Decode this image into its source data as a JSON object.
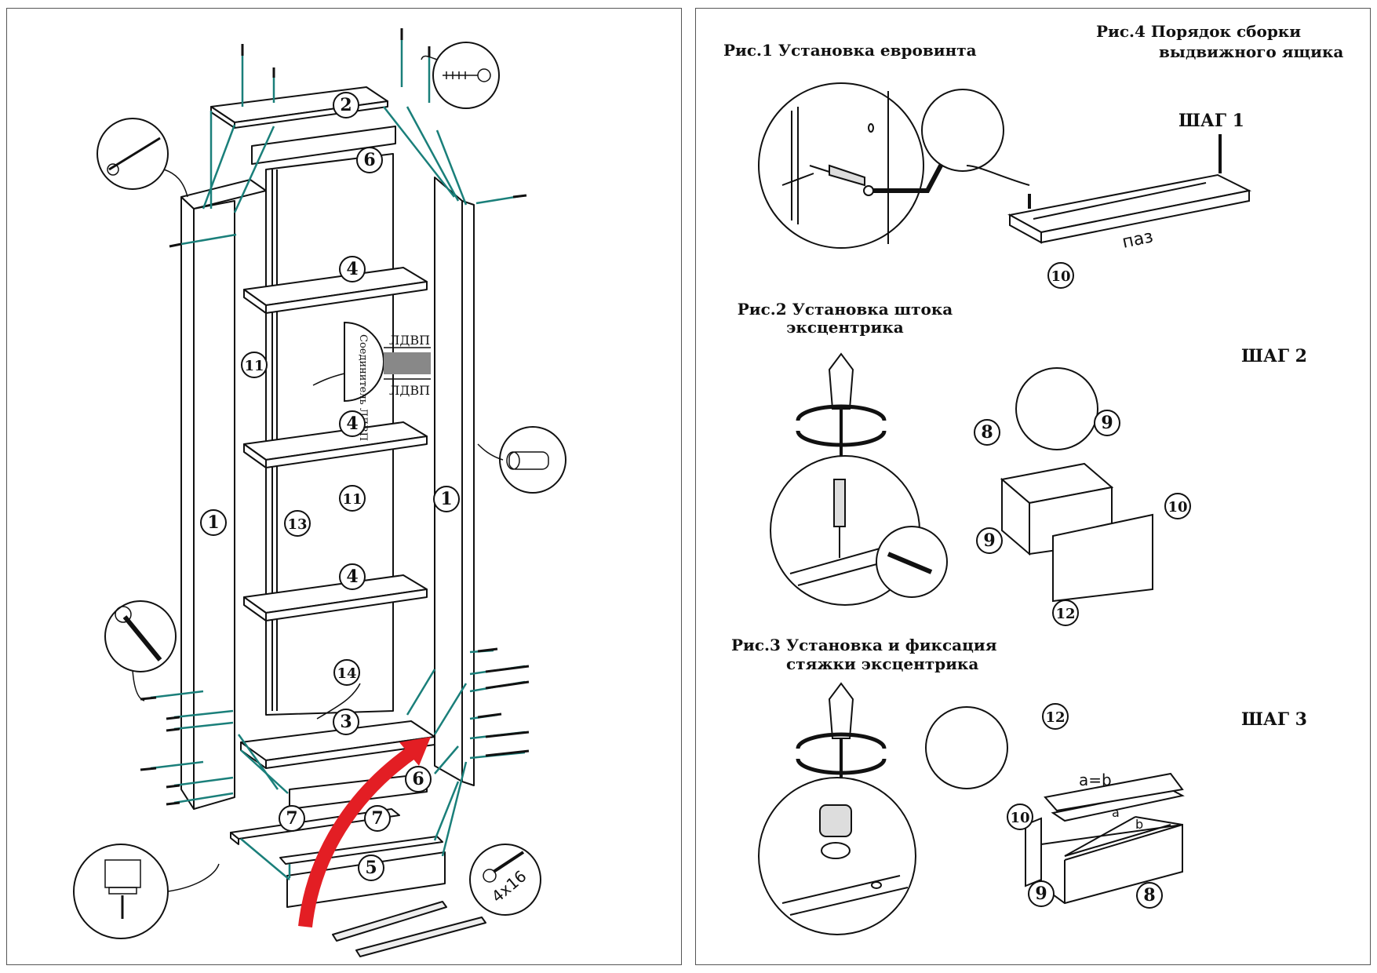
{
  "left_sheet": {
    "part_labels": [
      {
        "id": "p2",
        "num": "2"
      },
      {
        "id": "p6a",
        "num": "6"
      },
      {
        "id": "p4a",
        "num": "4"
      },
      {
        "id": "p11a",
        "num": "11"
      },
      {
        "id": "p4b",
        "num": "4"
      },
      {
        "id": "p11b",
        "num": "11"
      },
      {
        "id": "p1a",
        "num": "1"
      },
      {
        "id": "p13",
        "num": "13"
      },
      {
        "id": "p1b",
        "num": "1"
      },
      {
        "id": "p4c",
        "num": "4"
      },
      {
        "id": "p14",
        "num": "14"
      },
      {
        "id": "p3",
        "num": "3"
      },
      {
        "id": "p6b",
        "num": "6"
      },
      {
        "id": "p7a",
        "num": "7"
      },
      {
        "id": "p7b",
        "num": "7"
      },
      {
        "id": "p5",
        "num": "5"
      }
    ],
    "connector_callout": {
      "vertical_text": "Соединитель ЛДВП",
      "top_label": "ЛДВП",
      "bottom_label": "ЛДВП"
    },
    "screw_size_label": "4x16",
    "accent_colors": {
      "dowel_lines": "#1a7f7a",
      "arrow": "#e31e24",
      "ink": "#111111"
    }
  },
  "right_sheet": {
    "fig1": {
      "title": "Рис.1  Установка евровинта"
    },
    "fig2": {
      "title_line1": "Рис.2 Установка штока",
      "title_line2": "эксцентрика"
    },
    "fig3": {
      "title_line1": "Рис.3 Установка и фиксация",
      "title_line2": "стяжки эксцентрика"
    },
    "fig4": {
      "title_line1": "Рис.4  Порядок сборки",
      "title_line2": "выдвижного ящика"
    },
    "step1": {
      "title": "ШАГ 1",
      "groove_label": "паз",
      "part": "10"
    },
    "step2": {
      "title": "ШАГ 2",
      "parts": {
        "a": "8",
        "b": "9",
        "c": "9",
        "d": "10",
        "e": "12"
      }
    },
    "step3": {
      "title": "ШАГ 3",
      "parts": {
        "a": "12",
        "b": "10",
        "c": "9",
        "d": "8"
      },
      "equality": "a=b",
      "diag_a": "a",
      "diag_b": "b"
    }
  }
}
